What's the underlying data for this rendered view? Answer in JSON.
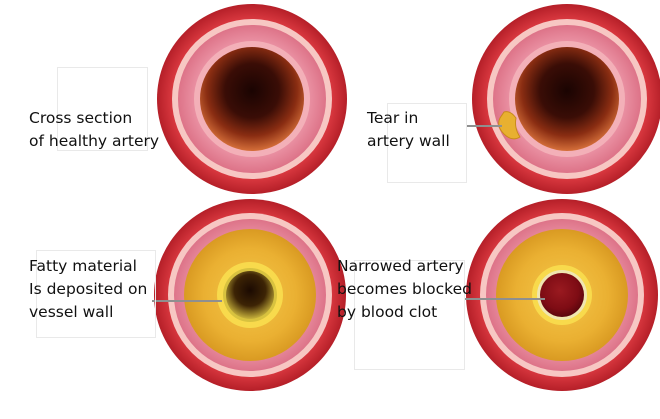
{
  "panels": [
    {
      "id": "healthy",
      "lines": [
        "Cross section",
        "of healthy artery"
      ]
    },
    {
      "id": "tear",
      "lines": [
        "Tear in",
        "artery wall"
      ]
    },
    {
      "id": "fatty",
      "lines": [
        "Fatty material",
        "Is deposited on",
        "vessel wall"
      ]
    },
    {
      "id": "clot",
      "lines": [
        "Narrowed artery",
        "becomes blocked",
        "by blood clot"
      ]
    }
  ],
  "colors": {
    "outer_wall": "#d9333b",
    "outer_wall_dark": "#b51f28",
    "pale_band": "#f6c4c0",
    "middle_wall": "#e8879a",
    "lumen_dark": "#2a0a05",
    "lumen_rim": "#c25a2f",
    "plaque": "#e9ad2b",
    "plaque_light": "#f7d74a",
    "clot": "#8e0f16",
    "leader_line": "#8f8f8f"
  }
}
